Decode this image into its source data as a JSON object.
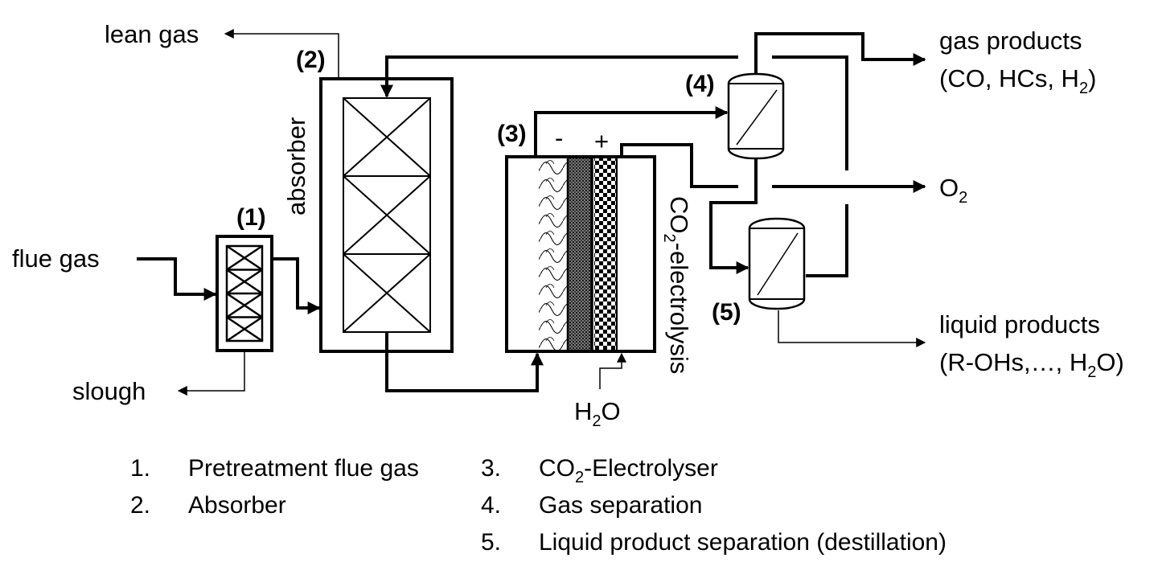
{
  "labels": {
    "lean_gas": "lean gas",
    "flue_gas": "flue gas",
    "slough": "slough",
    "absorber": "absorber",
    "gas_products": "gas products",
    "gas_products_detail": {
      "pre": "(CO, HCs, H",
      "sub": "2",
      "post": ")"
    },
    "oxygen": {
      "main": "O",
      "sub": "2"
    },
    "liquid_products": "liquid products",
    "liquid_products_detail": {
      "pre": "(R-OHs,…, H",
      "sub": "2",
      "post": "O)"
    },
    "water": {
      "pre": "H",
      "sub": "2",
      "post": "O"
    },
    "electrolysis": {
      "pre": "CO",
      "sub": "2",
      "post": "-electrolysis"
    },
    "minus": "-",
    "plus": "+"
  },
  "units": [
    {
      "tag": "(1)"
    },
    {
      "tag": "(2)"
    },
    {
      "tag": "(3)"
    },
    {
      "tag": "(4)"
    },
    {
      "tag": "(5)"
    }
  ],
  "legend": [
    {
      "num": "1.",
      "text": "Pretreatment flue gas"
    },
    {
      "num": "2.",
      "text": "Absorber"
    },
    {
      "num": "3.",
      "pre": "CO",
      "sub": "2",
      "post": "-Electrolyser"
    },
    {
      "num": "4.",
      "text": "Gas separation"
    },
    {
      "num": "5.",
      "text": "Liquid product separation (destillation)"
    }
  ]
}
